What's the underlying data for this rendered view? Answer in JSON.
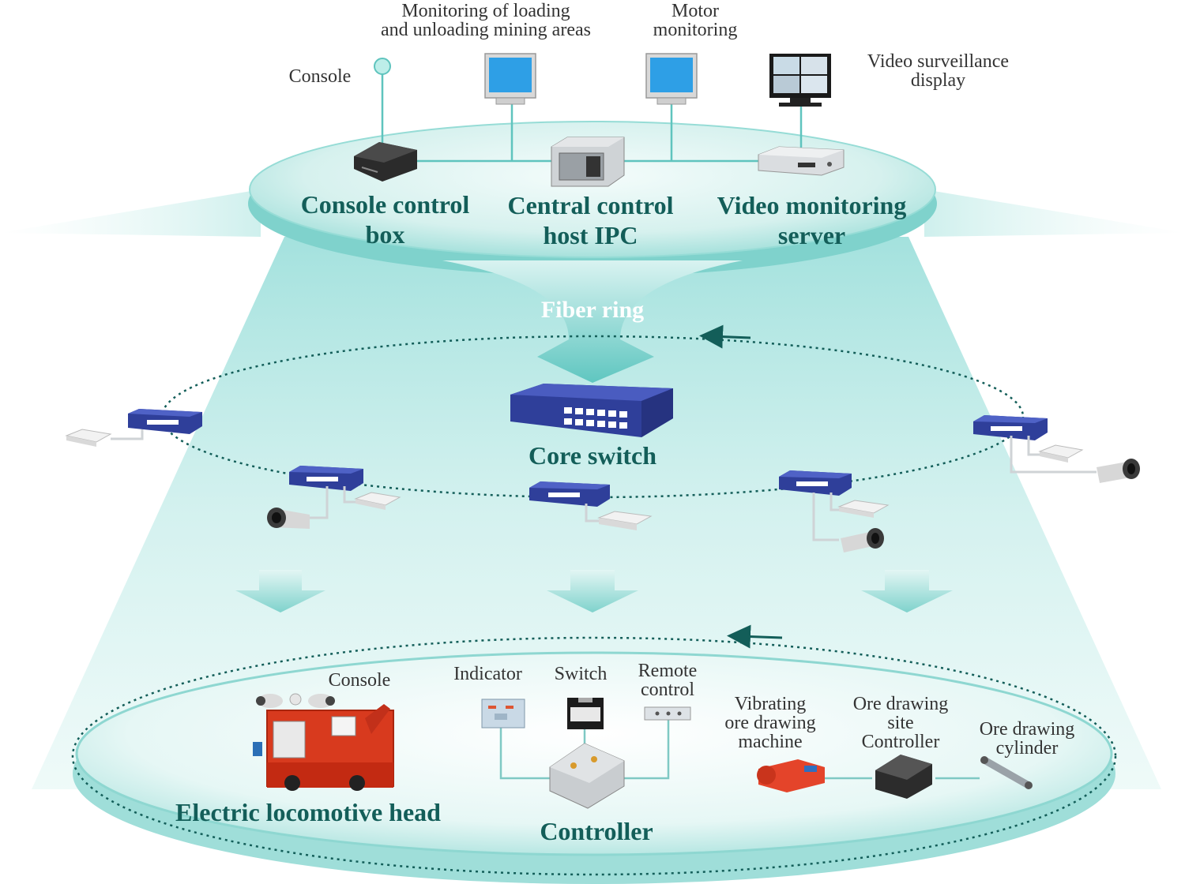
{
  "top": {
    "console_label": "Console",
    "monitor1_label": "Monitoring of  loading\nand unloading mining areas",
    "monitor2_label": "Motor\nmonitoring",
    "video_display_label": "Video surveillance\ndisplay",
    "console_box": "Console control\nbox",
    "central_host": "Central control\nhost IPC",
    "video_server": "Video monitoring\nserver"
  },
  "middle": {
    "fiber_ring": "Fiber ring",
    "core_switch": "Core switch"
  },
  "bottom": {
    "console_label": "Console",
    "locomotive": "Electric locomotive head",
    "indicator": "Indicator",
    "switch": "Switch",
    "remote_control": "Remote\ncontrol",
    "controller": "Controller",
    "vibrating": "Vibrating\nore  drawing\nmachine",
    "site_controller": "Ore drawing\nsite\nController",
    "cylinder": "Ore drawing\ncylinder"
  },
  "colors": {
    "teal_dark": "#135e59",
    "teal_mid": "#6ccfcb",
    "teal_light": "#d9f3f1",
    "switch_blue": "#2f3f9a",
    "line": "#7fc9c4"
  }
}
